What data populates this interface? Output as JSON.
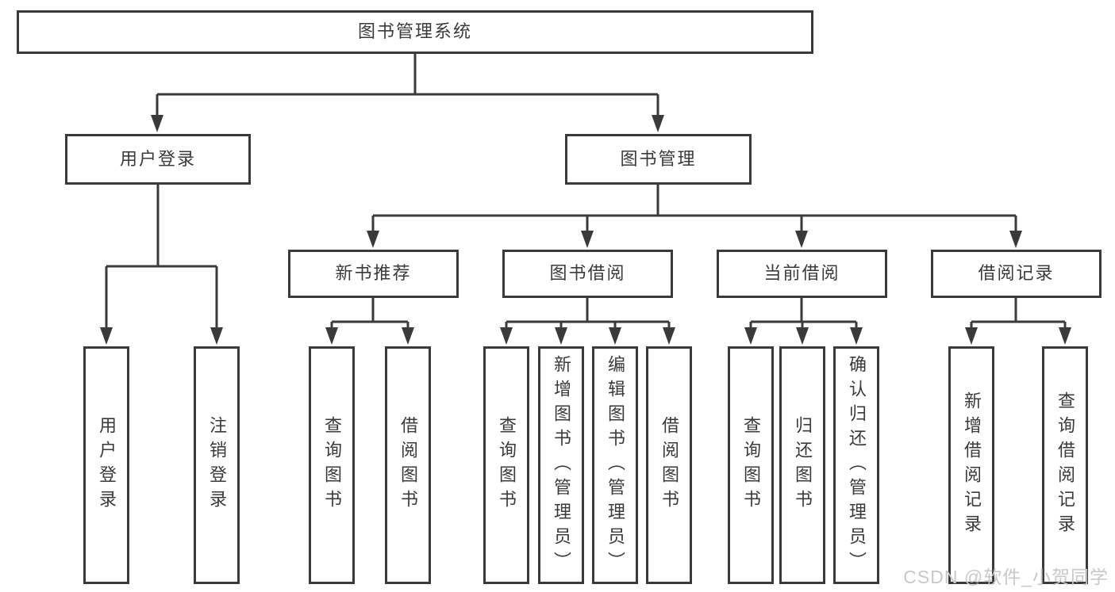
{
  "colors": {
    "line": "#3a3a3a",
    "text": "#3a3a3a",
    "background": "#ffffff",
    "watermark": "#c8c8c8"
  },
  "watermark": {
    "text": "CSDN @软件_小贺同学"
  },
  "tree": {
    "root": {
      "label": "图书管理系统",
      "children": [
        {
          "label": "用户登录",
          "children": [
            {
              "label": "用户登录"
            },
            {
              "label": "注销登录"
            }
          ]
        },
        {
          "label": "图书管理",
          "children": [
            {
              "label": "新书推荐",
              "children": [
                {
                  "label": "查询图书"
                },
                {
                  "label": "借阅图书"
                }
              ]
            },
            {
              "label": "图书借阅",
              "children": [
                {
                  "label": "查询图书"
                },
                {
                  "label": "新增图书（管理员）"
                },
                {
                  "label": "编辑图书（管理员）"
                },
                {
                  "label": "借阅图书"
                }
              ]
            },
            {
              "label": "当前借阅",
              "children": [
                {
                  "label": "查询图书"
                },
                {
                  "label": "归还图书"
                },
                {
                  "label": "确认归还（管理员）"
                }
              ]
            },
            {
              "label": "借阅记录",
              "children": [
                {
                  "label": "新增借阅记录"
                },
                {
                  "label": "查询借阅记录"
                }
              ]
            }
          ]
        }
      ]
    }
  }
}
